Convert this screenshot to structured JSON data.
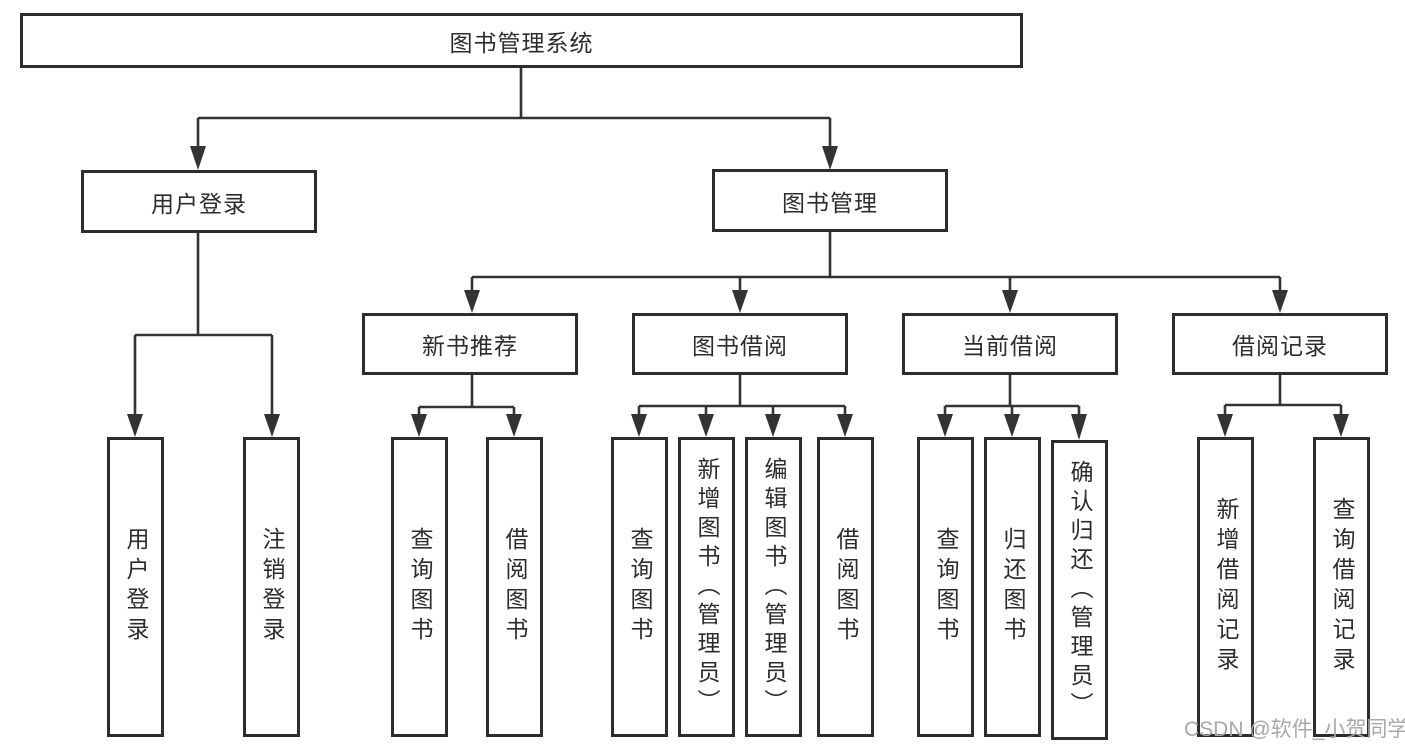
{
  "colors": {
    "line": "#333333",
    "box_border": "#2d2d2d",
    "box_fill": "#ffffff",
    "text": "#2d2d2d",
    "watermark": "#a8a8a8",
    "background": "#ffffff"
  },
  "watermark": {
    "text": "CSDN @软件_小贺同学"
  },
  "tree": {
    "root": {
      "label": "图书管理系统"
    },
    "branches": [
      {
        "label": "用户登录",
        "leaves": [
          {
            "label": "用户登录"
          },
          {
            "label": "注销登录"
          }
        ]
      },
      {
        "label": "图书管理",
        "groups": [
          {
            "label": "新书推荐",
            "leaves": [
              {
                "label": "查询图书"
              },
              {
                "label": "借阅图书"
              }
            ]
          },
          {
            "label": "图书借阅",
            "leaves": [
              {
                "label": "查询图书"
              },
              {
                "label": "新增图书（管理员）"
              },
              {
                "label": "编辑图书（管理员）"
              },
              {
                "label": "借阅图书"
              }
            ]
          },
          {
            "label": "当前借阅",
            "leaves": [
              {
                "label": "查询图书"
              },
              {
                "label": "归还图书"
              },
              {
                "label": "确认归还（管理员）"
              }
            ]
          },
          {
            "label": "借阅记录",
            "leaves": [
              {
                "label": "新增借阅记录"
              },
              {
                "label": "查询借阅记录"
              }
            ]
          }
        ]
      }
    ]
  }
}
